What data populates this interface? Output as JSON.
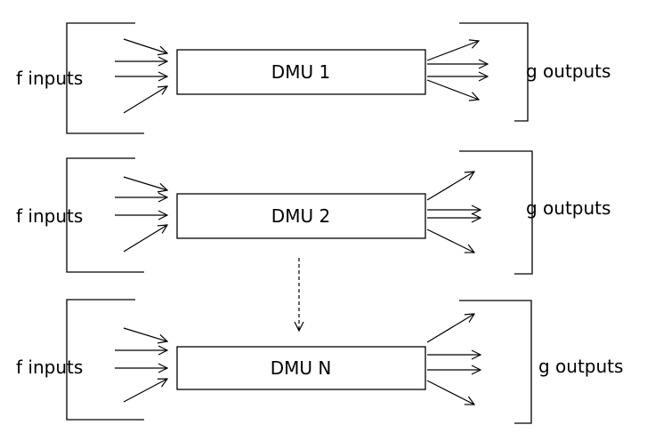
{
  "rows": [
    {
      "unit_label": "DMU 1",
      "inputs_label": "f inputs",
      "outputs_label": "g outputs"
    },
    {
      "unit_label": "DMU 2",
      "inputs_label": "f inputs",
      "outputs_label": "g outputs"
    },
    {
      "unit_label": "DMU N",
      "inputs_label": "f inputs",
      "outputs_label": "g outputs"
    }
  ],
  "colors": {
    "stroke": "#000000",
    "background": "#ffffff"
  }
}
